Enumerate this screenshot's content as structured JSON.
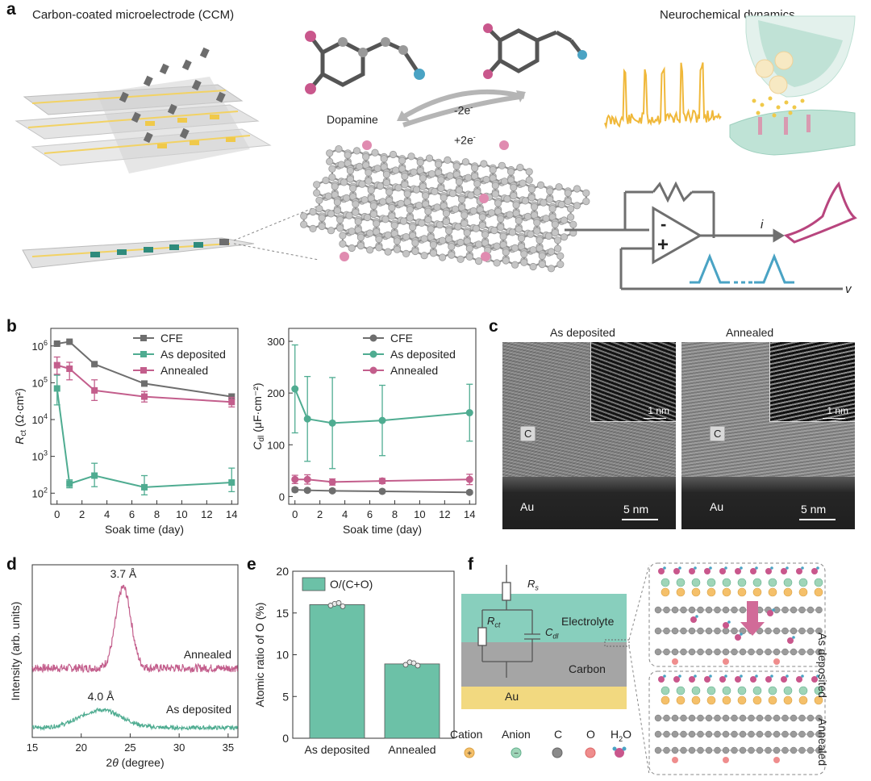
{
  "panels": {
    "a": "a",
    "b": "b",
    "c": "c",
    "d": "d",
    "e": "e",
    "f": "f"
  },
  "panel_a": {
    "ccm_title": "Carbon-coated microelectrode (CCM)",
    "neuro_title": "Neurochemical dynamics",
    "dopamine_label": "Dopamine",
    "minus_2e": "-2e",
    "plus_2e": "+2e",
    "electron_sup": "-",
    "amp_minus": "-",
    "amp_plus": "+",
    "current_label": "i",
    "voltage_label": "v",
    "colors": {
      "pink": "#c9578c",
      "teal": "#46a58c",
      "blue": "#4aa3c4",
      "orange": "#f0b83a",
      "gold": "#f2d264"
    }
  },
  "panel_c": {
    "title_left": "As deposited",
    "title_right": "Annealed",
    "c_label": "C",
    "au_label": "Au",
    "inset_scale": "1 nm",
    "scale_bar": "5 nm"
  },
  "panel_f": {
    "rs_main": "R",
    "rs_sub": "s",
    "rct_main": "R",
    "rct_sub": "ct",
    "cdl_main": "C",
    "cdl_sub": "dl",
    "electrolyte": "Electrolyte",
    "carbon": "Carbon",
    "au": "Au",
    "side_top": "As deposited",
    "side_bottom": "Annealed",
    "legend": [
      "Cation",
      "Anion",
      "C",
      "O",
      "H"
    ],
    "h2o_sub": "2",
    "h2o_tail": "O",
    "colors": {
      "electrolyte": "#88cfbd",
      "carbon": "#a5a5a5",
      "au": "#f2d980"
    }
  },
  "chart_data": [
    {
      "id": "b-left",
      "type": "line",
      "xlabel": "Soak time (day)",
      "ylabel_main": "R",
      "ylabel_sub": "ct",
      "ylabel_unit": " (Ω·cm²)",
      "yscale": "log",
      "xlim": [
        -0.5,
        14.5
      ],
      "ylim": [
        50,
        3000000
      ],
      "xticks": [
        0,
        2,
        4,
        6,
        8,
        10,
        12,
        14
      ],
      "yticks": [
        {
          "v": 100,
          "e": "2"
        },
        {
          "v": 1000,
          "e": "3"
        },
        {
          "v": 10000,
          "e": "4"
        },
        {
          "v": 100000,
          "e": "5"
        },
        {
          "v": 1000000,
          "e": "6"
        }
      ],
      "ytick_base": "10",
      "legend_position": "top-right",
      "x": [
        0,
        1,
        3,
        7,
        14
      ],
      "series": [
        {
          "name": "CFE",
          "color": "#6e6e6e",
          "marker": "square",
          "values": [
            1150000,
            1300000,
            320000,
            95000,
            42000
          ],
          "err_low": [
            1100000,
            1250000,
            300000,
            90000,
            35000
          ],
          "err_high": [
            1200000,
            1350000,
            340000,
            100000,
            50000
          ]
        },
        {
          "name": "As deposited",
          "color": "#4fac91",
          "marker": "square",
          "values": [
            70000,
            180,
            300,
            145,
            195
          ],
          "err_low": [
            25000,
            140,
            150,
            90,
            110
          ],
          "err_high": [
            160000,
            230,
            650,
            300,
            480
          ]
        },
        {
          "name": "Annealed",
          "color": "#c35e8c",
          "marker": "square",
          "values": [
            300000,
            240000,
            62000,
            42000,
            30000
          ],
          "err_low": [
            170000,
            120000,
            33000,
            30000,
            22000
          ],
          "err_high": [
            500000,
            360000,
            120000,
            58000,
            40000
          ]
        }
      ]
    },
    {
      "id": "b-right",
      "type": "line",
      "xlabel": "Soak time (day)",
      "ylabel_main": "C",
      "ylabel_sub": "dl",
      "ylabel_unit": " (μF·cm⁻²)",
      "xlim": [
        -0.5,
        14.5
      ],
      "ylim": [
        -15,
        325
      ],
      "xticks": [
        0,
        2,
        4,
        6,
        8,
        10,
        12,
        14
      ],
      "yticks": [
        0,
        100,
        200,
        300
      ],
      "legend_position": "top-right",
      "x": [
        0,
        1,
        3,
        7,
        14
      ],
      "series": [
        {
          "name": "CFE",
          "color": "#6e6e6e",
          "marker": "circle",
          "values": [
            13,
            12,
            11,
            10,
            8
          ],
          "err": [
            4,
            3,
            3,
            3,
            3
          ]
        },
        {
          "name": "As deposited",
          "color": "#4fac91",
          "marker": "circle",
          "values": [
            208,
            150,
            142,
            147,
            162
          ],
          "err": [
            85,
            82,
            88,
            68,
            55
          ]
        },
        {
          "name": "Annealed",
          "color": "#c35e8c",
          "marker": "circle",
          "values": [
            33,
            33,
            28,
            30,
            33
          ],
          "err": [
            8,
            9,
            6,
            5,
            10
          ]
        }
      ]
    },
    {
      "id": "d",
      "type": "line",
      "xlabel_theta": "θ",
      "xlabel_pre": "2",
      "xlabel_post": " (degree)",
      "ylabel": "Intensity (arb. units)",
      "xlim": [
        15,
        36
      ],
      "xticks": [
        15,
        20,
        25,
        30,
        35
      ],
      "series": [
        {
          "name": "Annealed",
          "color": "#c35e8c",
          "peak_x": 24.3,
          "peak_label": "3.7 Å",
          "base": 0.0,
          "height": 1.0,
          "width": 1.1,
          "noise": 0.05
        },
        {
          "name": "As deposited",
          "color": "#4fac91",
          "peak_x": 22.0,
          "peak_label": "4.0 Å",
          "base": 0.0,
          "height": 0.22,
          "width": 3.0,
          "noise": 0.025
        }
      ]
    },
    {
      "id": "e",
      "type": "bar",
      "categories": [
        "As deposited",
        "Annealed"
      ],
      "values": [
        16.0,
        8.9
      ],
      "points": [
        [
          15.9,
          16.1,
          16.2,
          15.8
        ],
        [
          8.8,
          9.1,
          9.0,
          8.7
        ]
      ],
      "ylabel": "Atomic ratio of O (%)",
      "ylim": [
        0,
        20
      ],
      "yticks": [
        0,
        5,
        10,
        15,
        20
      ],
      "legend": "O/(C+O)",
      "color": "#6cc1a7"
    }
  ]
}
